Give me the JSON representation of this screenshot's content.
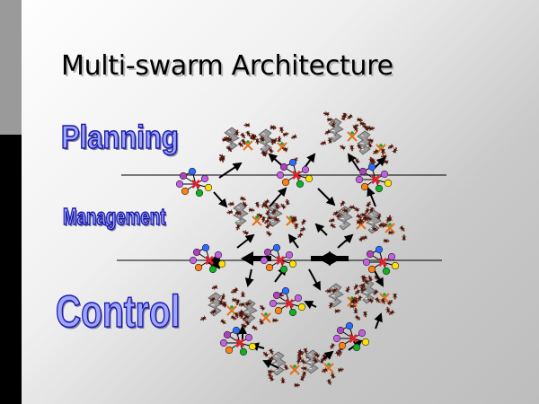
{
  "slide": {
    "title": "Multi-swarm Architecture",
    "layers": [
      {
        "id": "planning",
        "label": "Planning"
      },
      {
        "id": "management",
        "label": "Management"
      },
      {
        "id": "control",
        "label": "Control"
      }
    ]
  },
  "colors": {
    "label_fill": "#9ea6ff",
    "label_stroke": "#1a1aa8",
    "molecule_center": "#e0202c",
    "atom_colors": [
      "#2a6cff",
      "#c060e0",
      "#10b020",
      "#ff7f10",
      "#ffe000",
      "#b040c0"
    ]
  },
  "icons": [
    "swarm-icon",
    "ant-icon",
    "molecule-agent-icon",
    "arrow-icon"
  ],
  "diagram": {
    "separator_lines": 2,
    "molecules_per_layer": {
      "planning_boundary": 3,
      "control_boundary": 4,
      "control": 2
    },
    "swarm_clusters": 8
  }
}
